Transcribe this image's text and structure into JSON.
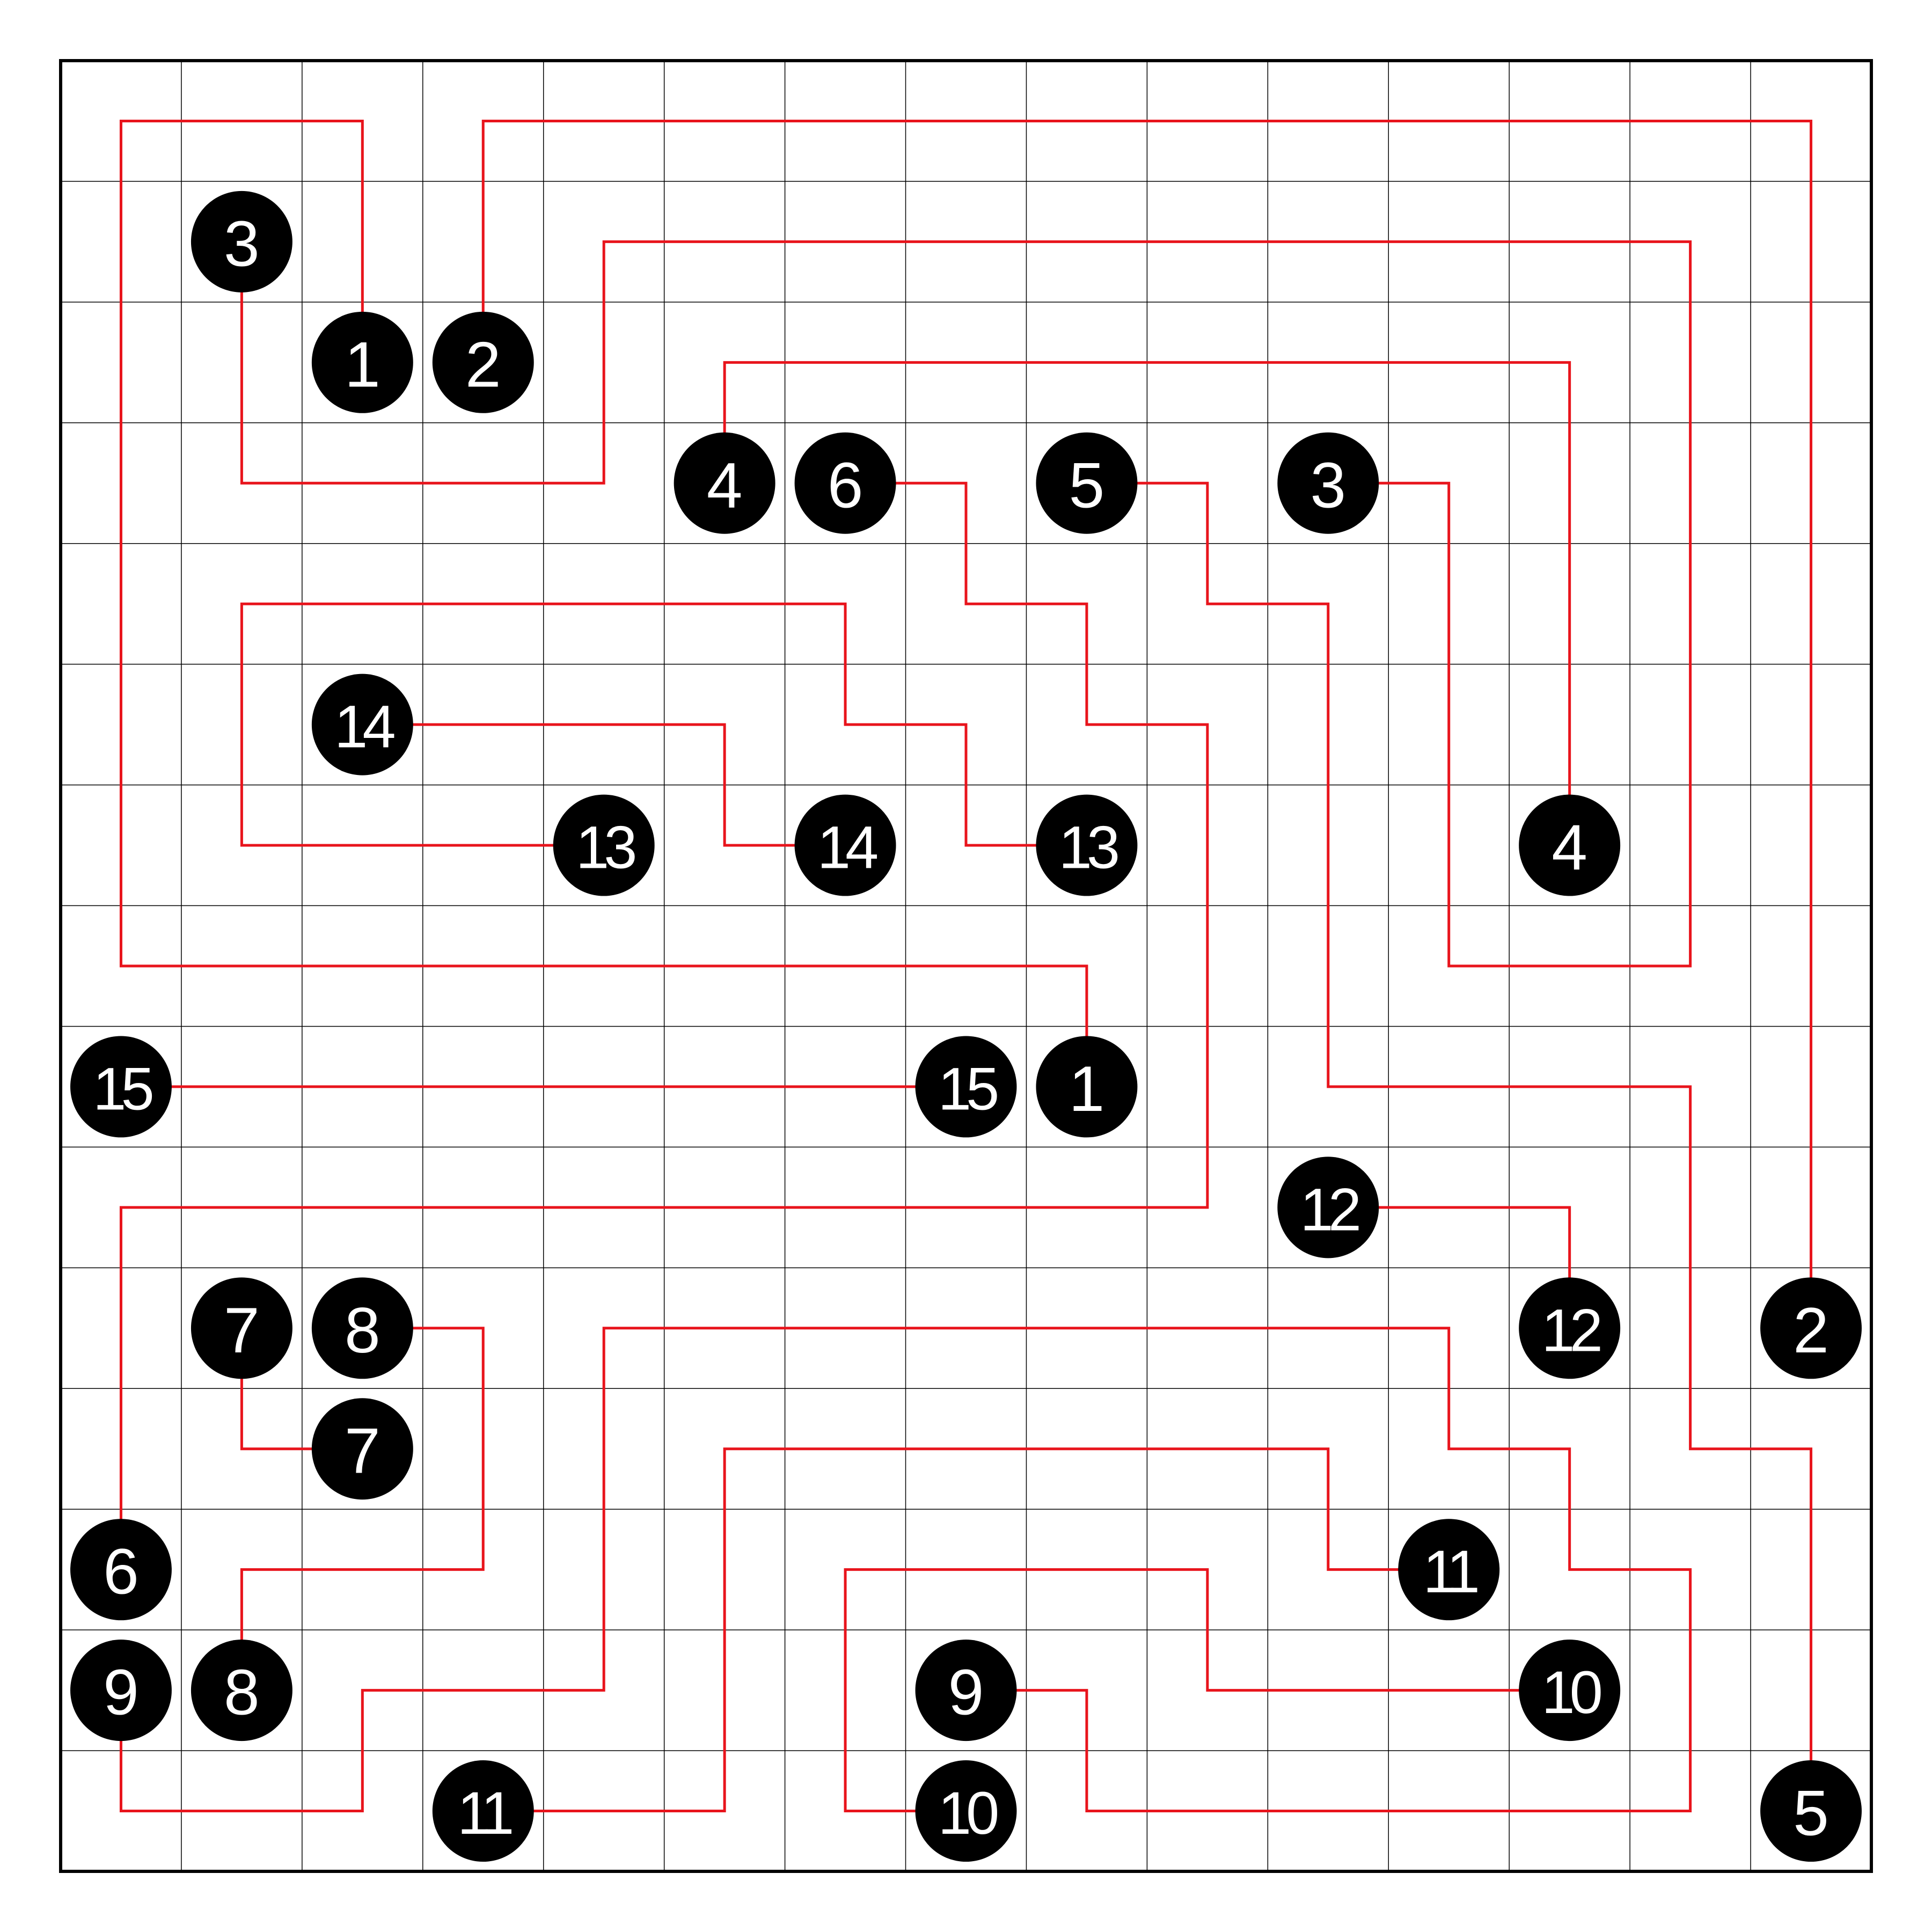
{
  "puzzle": {
    "type": "number-link",
    "grid_cols": 15,
    "grid_rows": 15,
    "colors": {
      "background": "#ffffff",
      "grid": "#000000",
      "path": "#e8141c",
      "dot_fill": "#000000",
      "dot_text": "#ffffff"
    },
    "dots": [
      {
        "label": "3",
        "col": 1,
        "row": 1
      },
      {
        "label": "1",
        "col": 2,
        "row": 2
      },
      {
        "label": "2",
        "col": 3,
        "row": 2
      },
      {
        "label": "4",
        "col": 5,
        "row": 3
      },
      {
        "label": "6",
        "col": 6,
        "row": 3
      },
      {
        "label": "5",
        "col": 8,
        "row": 3
      },
      {
        "label": "3",
        "col": 10,
        "row": 3
      },
      {
        "label": "14",
        "col": 2,
        "row": 5
      },
      {
        "label": "13",
        "col": 4,
        "row": 6
      },
      {
        "label": "14",
        "col": 6,
        "row": 6
      },
      {
        "label": "13",
        "col": 8,
        "row": 6
      },
      {
        "label": "4",
        "col": 12,
        "row": 6
      },
      {
        "label": "15",
        "col": 0,
        "row": 8
      },
      {
        "label": "15",
        "col": 7,
        "row": 8
      },
      {
        "label": "1",
        "col": 8,
        "row": 8
      },
      {
        "label": "12",
        "col": 10,
        "row": 9
      },
      {
        "label": "7",
        "col": 1,
        "row": 10
      },
      {
        "label": "8",
        "col": 2,
        "row": 10
      },
      {
        "label": "12",
        "col": 12,
        "row": 10
      },
      {
        "label": "2",
        "col": 14,
        "row": 10
      },
      {
        "label": "7",
        "col": 2,
        "row": 11
      },
      {
        "label": "6",
        "col": 0,
        "row": 12
      },
      {
        "label": "11",
        "col": 11,
        "row": 12
      },
      {
        "label": "9",
        "col": 0,
        "row": 13
      },
      {
        "label": "8",
        "col": 1,
        "row": 13
      },
      {
        "label": "9",
        "col": 7,
        "row": 13
      },
      {
        "label": "10",
        "col": 12,
        "row": 13
      },
      {
        "label": "11",
        "col": 3,
        "row": 14
      },
      {
        "label": "10",
        "col": 7,
        "row": 14
      },
      {
        "label": "5",
        "col": 14,
        "row": 14
      }
    ],
    "paths": [
      {
        "id": "1",
        "cells": [
          [
            2,
            2
          ],
          [
            2,
            0
          ],
          [
            0,
            0
          ],
          [
            0,
            7
          ],
          [
            8,
            7
          ],
          [
            8,
            8
          ]
        ]
      },
      {
        "id": "2",
        "cells": [
          [
            3,
            2
          ],
          [
            3,
            0
          ],
          [
            14,
            0
          ],
          [
            14,
            10
          ]
        ]
      },
      {
        "id": "3",
        "cells": [
          [
            1,
            1
          ],
          [
            1,
            3
          ],
          [
            4,
            3
          ],
          [
            4,
            1
          ],
          [
            13,
            1
          ],
          [
            13,
            7
          ],
          [
            11,
            7
          ],
          [
            11,
            3
          ],
          [
            10,
            3
          ]
        ]
      },
      {
        "id": "4",
        "cells": [
          [
            5,
            3
          ],
          [
            5,
            2
          ],
          [
            12,
            2
          ],
          [
            12,
            6
          ]
        ]
      },
      {
        "id": "5",
        "cells": [
          [
            8,
            3
          ],
          [
            9,
            3
          ],
          [
            9,
            4
          ],
          [
            10,
            4
          ],
          [
            10,
            8
          ],
          [
            13,
            8
          ],
          [
            13,
            11
          ],
          [
            14,
            11
          ],
          [
            14,
            14
          ]
        ]
      },
      {
        "id": "6",
        "cells": [
          [
            6,
            3
          ],
          [
            7,
            3
          ],
          [
            7,
            4
          ],
          [
            8,
            4
          ],
          [
            8,
            5
          ],
          [
            9,
            5
          ],
          [
            9,
            9
          ],
          [
            0,
            9
          ],
          [
            0,
            12
          ]
        ]
      },
      {
        "id": "7",
        "cells": [
          [
            1,
            10
          ],
          [
            1,
            11
          ],
          [
            2,
            11
          ]
        ]
      },
      {
        "id": "8",
        "cells": [
          [
            2,
            10
          ],
          [
            3,
            10
          ],
          [
            3,
            12
          ],
          [
            1,
            12
          ],
          [
            1,
            13
          ]
        ]
      },
      {
        "id": "9",
        "cells": [
          [
            0,
            13
          ],
          [
            0,
            14
          ],
          [
            2,
            14
          ],
          [
            2,
            13
          ],
          [
            4,
            13
          ],
          [
            4,
            10
          ],
          [
            11,
            10
          ],
          [
            11,
            11
          ],
          [
            12,
            11
          ],
          [
            12,
            12
          ],
          [
            13,
            12
          ],
          [
            13,
            14
          ],
          [
            8,
            14
          ],
          [
            8,
            13
          ],
          [
            7,
            13
          ]
        ]
      },
      {
        "id": "10",
        "cells": [
          [
            7,
            14
          ],
          [
            6,
            14
          ],
          [
            6,
            12
          ],
          [
            9,
            12
          ],
          [
            9,
            13
          ],
          [
            12,
            13
          ]
        ]
      },
      {
        "id": "11",
        "cells": [
          [
            3,
            14
          ],
          [
            5,
            14
          ],
          [
            5,
            11
          ],
          [
            10,
            11
          ],
          [
            10,
            12
          ],
          [
            11,
            12
          ]
        ]
      },
      {
        "id": "12",
        "cells": [
          [
            10,
            9
          ],
          [
            12,
            9
          ],
          [
            12,
            10
          ]
        ]
      },
      {
        "id": "13",
        "cells": [
          [
            4,
            6
          ],
          [
            1,
            6
          ],
          [
            1,
            4
          ],
          [
            6,
            4
          ],
          [
            6,
            5
          ],
          [
            7,
            5
          ],
          [
            7,
            6
          ],
          [
            8,
            6
          ]
        ]
      },
      {
        "id": "14",
        "cells": [
          [
            2,
            5
          ],
          [
            5,
            5
          ],
          [
            5,
            6
          ],
          [
            6,
            6
          ]
        ]
      },
      {
        "id": "15",
        "cells": [
          [
            0,
            8
          ],
          [
            7,
            8
          ]
        ]
      }
    ]
  }
}
